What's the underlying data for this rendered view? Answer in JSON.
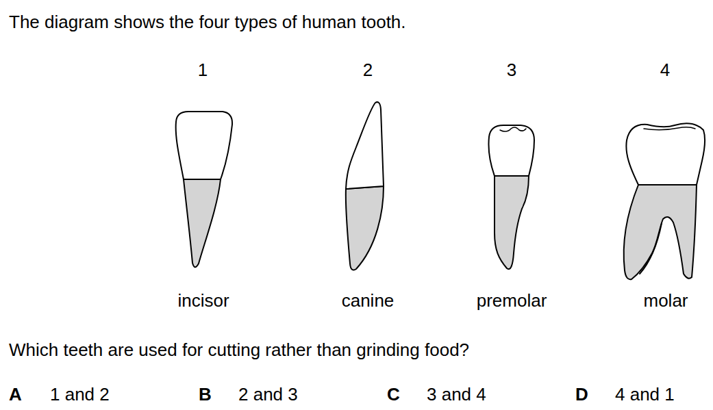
{
  "diagram": {
    "title": "The diagram shows the four types of human tooth.",
    "labels": [
      "1",
      "2",
      "3",
      "4",
      "incisor",
      "canine",
      "premolar",
      "molar",
      "Which teeth are used for cutting rather than grinding food?",
      "A",
      "1 and 2",
      "B",
      "2 and 3",
      "C",
      "3 and 4",
      "D",
      "4 and 1"
    ]
  }
}
